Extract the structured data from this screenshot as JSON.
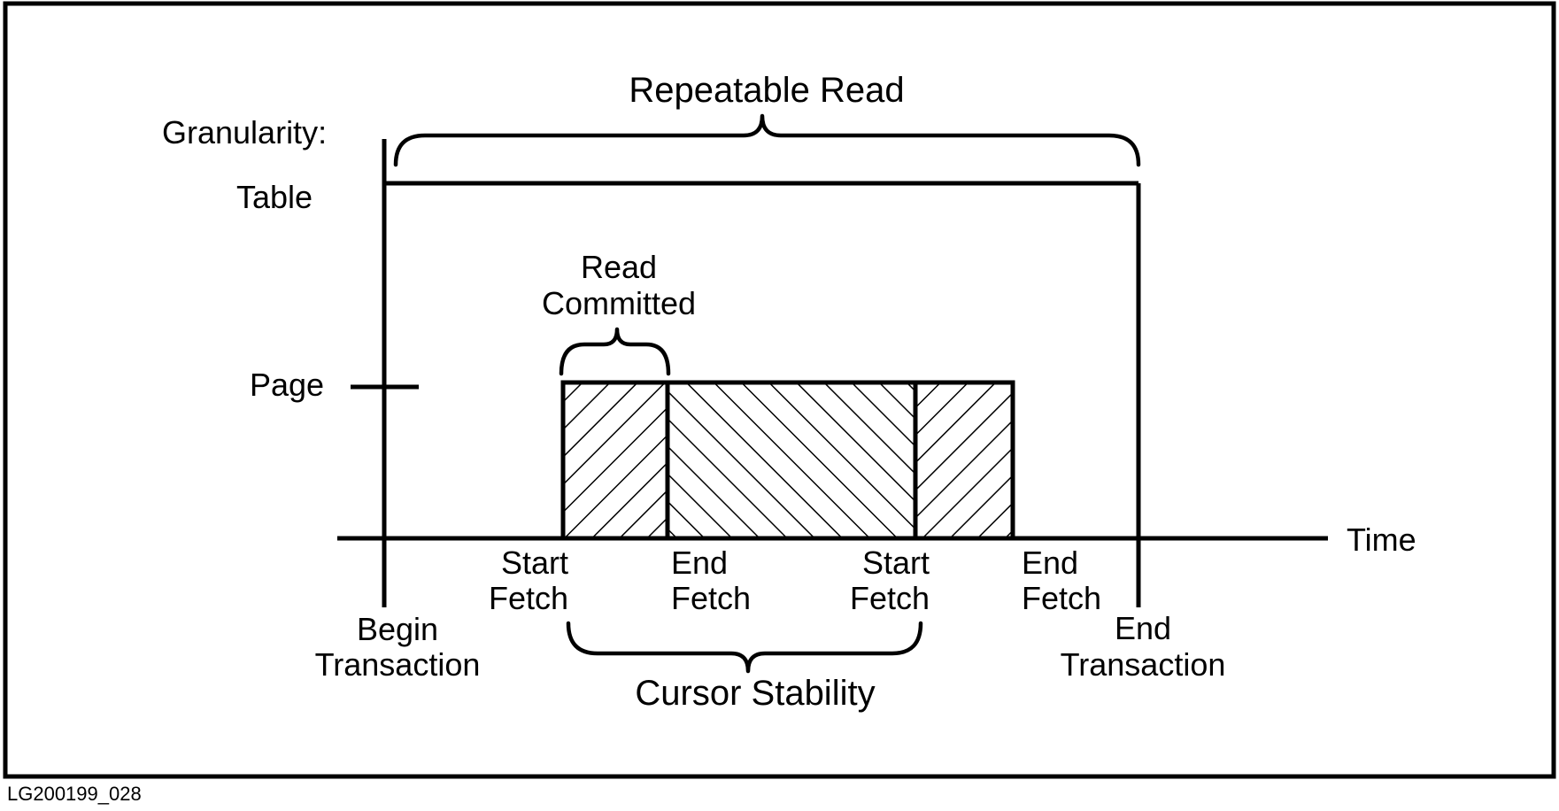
{
  "diagram": {
    "levels": {
      "axis_title": "Granularity:",
      "table": "Table",
      "page": "Page"
    },
    "time_axis": "Time",
    "braces": {
      "repeatable_read": "Repeatable Read",
      "read_committed": [
        "Read",
        "Committed"
      ],
      "cursor_stability": "Cursor Stability"
    },
    "events": {
      "begin_transaction": [
        "Begin",
        "Transaction"
      ],
      "start_fetch_1": [
        "Start",
        "Fetch"
      ],
      "end_fetch_1": [
        "End",
        "Fetch"
      ],
      "start_fetch_2": [
        "Start",
        "Fetch"
      ],
      "end_fetch_2": [
        "End",
        "Fetch"
      ],
      "end_transaction": [
        "End",
        "Transaction"
      ]
    },
    "figure_id": "LG200199_028"
  }
}
